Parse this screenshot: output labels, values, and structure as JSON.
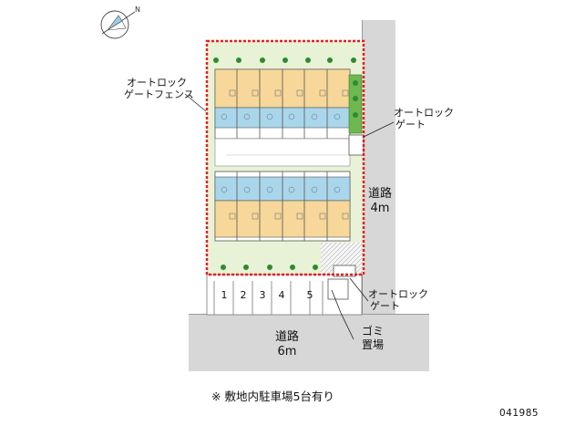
{
  "compass": {
    "icon": "north-arrow-icon"
  },
  "labels": {
    "autolock_fence": [
      "オートロック",
      "ゲートフェンス"
    ],
    "autolock_gate_upper": [
      "オートロック",
      "ゲート"
    ],
    "autolock_gate_lower": [
      "オートロック",
      "ゲート"
    ],
    "garbage": [
      "ゴミ",
      "置場"
    ]
  },
  "roads": {
    "east": [
      "道路",
      "4m"
    ],
    "south": [
      "道路",
      "6m"
    ]
  },
  "parking": {
    "spaces": [
      "1",
      "2",
      "3",
      "4",
      "5"
    ]
  },
  "note": "※ 敷地内駐車場5台有り",
  "code": "041985",
  "colors": {
    "road": "#d7d7d7",
    "lawn": "#e8f2d7",
    "unit": "#f7d79a",
    "bath": "#a9d6ea",
    "boundary": "#e52020",
    "tree": "#2f8a2f"
  }
}
